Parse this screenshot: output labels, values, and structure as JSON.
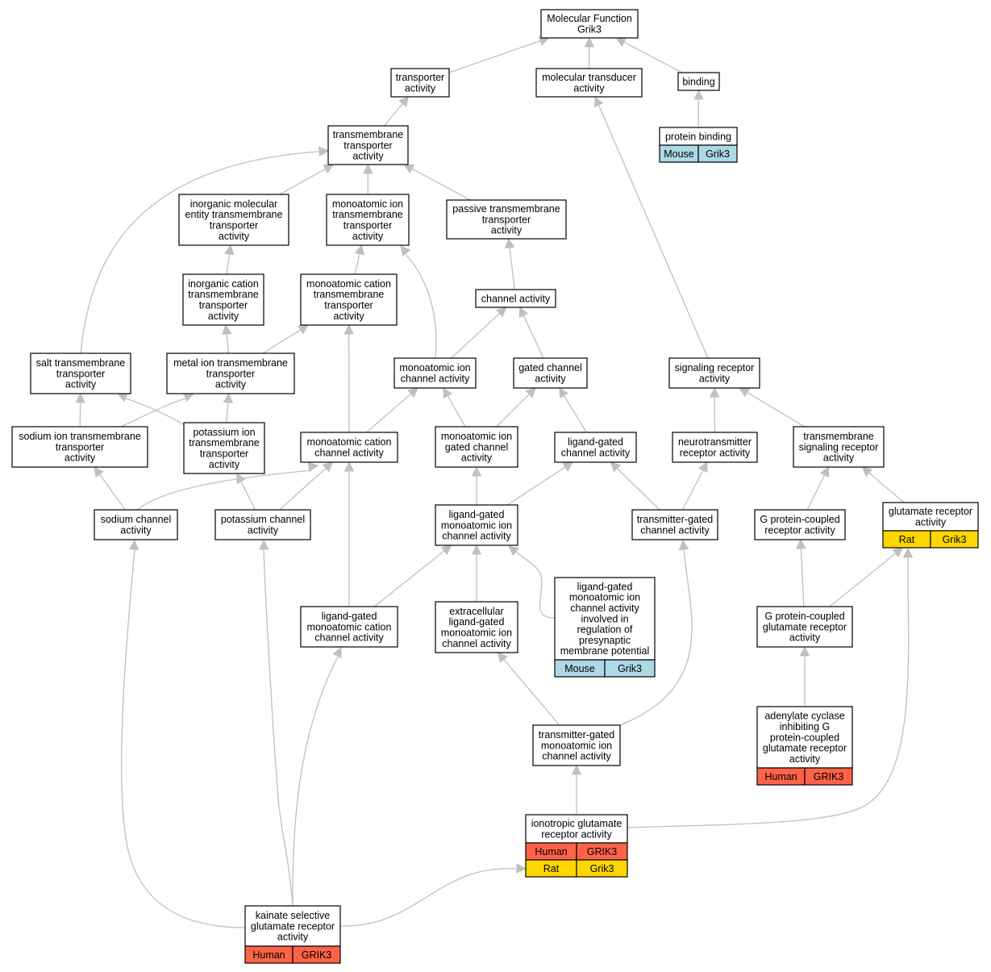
{
  "colors": {
    "Human": "#ff6347",
    "Rat": "#ffd700",
    "Mouse": "#add8e6",
    "edge": "#c0c0c0",
    "border": "#000000"
  },
  "nodes": [
    {
      "id": "mf",
      "lines": [
        "Molecular Function",
        "Grik3"
      ]
    },
    {
      "id": "transporter",
      "lines": [
        "transporter",
        "activity"
      ]
    },
    {
      "id": "molTransducer",
      "lines": [
        "molecular transducer",
        "activity"
      ]
    },
    {
      "id": "binding",
      "lines": [
        "binding"
      ]
    },
    {
      "id": "proteinBinding",
      "lines": [
        "protein binding"
      ],
      "annotations": [
        {
          "species": "Mouse",
          "gene": "Grik3"
        }
      ]
    },
    {
      "id": "tmTransporter",
      "lines": [
        "transmembrane",
        "transporter",
        "activity"
      ]
    },
    {
      "id": "inorgMol",
      "lines": [
        "inorganic molecular",
        "entity transmembrane",
        "transporter",
        "activity"
      ]
    },
    {
      "id": "monoIonTm",
      "lines": [
        "monoatomic ion",
        "transmembrane",
        "transporter",
        "activity"
      ]
    },
    {
      "id": "passiveTm",
      "lines": [
        "passive transmembrane",
        "transporter",
        "activity"
      ]
    },
    {
      "id": "inorgCation",
      "lines": [
        "inorganic cation",
        "transmembrane",
        "transporter",
        "activity"
      ]
    },
    {
      "id": "monoCationTm",
      "lines": [
        "monoatomic cation",
        "transmembrane",
        "transporter",
        "activity"
      ]
    },
    {
      "id": "channel",
      "lines": [
        "channel activity"
      ]
    },
    {
      "id": "saltTm",
      "lines": [
        "salt transmembrane",
        "transporter",
        "activity"
      ]
    },
    {
      "id": "metalIon",
      "lines": [
        "metal ion transmembrane",
        "transporter",
        "activity"
      ]
    },
    {
      "id": "monoIonChannel",
      "lines": [
        "monoatomic ion",
        "channel activity"
      ]
    },
    {
      "id": "gatedChannel",
      "lines": [
        "gated channel",
        "activity"
      ]
    },
    {
      "id": "signalingReceptor",
      "lines": [
        "signaling receptor",
        "activity"
      ]
    },
    {
      "id": "sodiumTm",
      "lines": [
        "sodium ion transmembrane",
        "transporter",
        "activity"
      ]
    },
    {
      "id": "potassiumTm",
      "lines": [
        "potassium ion",
        "transmembrane",
        "transporter",
        "activity"
      ]
    },
    {
      "id": "monoCationChannel",
      "lines": [
        "monoatomic cation",
        "channel activity"
      ]
    },
    {
      "id": "monoIonGated",
      "lines": [
        "monoatomic ion",
        "gated channel",
        "activity"
      ]
    },
    {
      "id": "ligandGatedChannel",
      "lines": [
        "ligand-gated",
        "channel activity"
      ]
    },
    {
      "id": "neurotransmitterReceptor",
      "lines": [
        "neurotransmitter",
        "receptor activity"
      ]
    },
    {
      "id": "tmSignalingReceptor",
      "lines": [
        "transmembrane",
        "signaling receptor",
        "activity"
      ]
    },
    {
      "id": "sodiumChannel",
      "lines": [
        "sodium channel",
        "activity"
      ]
    },
    {
      "id": "potassiumChannel",
      "lines": [
        "potassium channel",
        "activity"
      ]
    },
    {
      "id": "lgMonoIonChannel",
      "lines": [
        "ligand-gated",
        "monoatomic ion",
        "channel activity"
      ]
    },
    {
      "id": "transmitterGatedChannel",
      "lines": [
        "transmitter-gated",
        "channel activity"
      ]
    },
    {
      "id": "gpcr",
      "lines": [
        "G protein-coupled",
        "receptor activity"
      ]
    },
    {
      "id": "glutamateReceptor",
      "lines": [
        "glutamate receptor",
        "activity"
      ],
      "annotations": [
        {
          "species": "Rat",
          "gene": "Grik3"
        }
      ]
    },
    {
      "id": "lgMonoCationChannel",
      "lines": [
        "ligand-gated",
        "monoatomic cation",
        "channel activity"
      ]
    },
    {
      "id": "extracellularLg",
      "lines": [
        "extracellular",
        "ligand-gated",
        "monoatomic ion",
        "channel activity"
      ]
    },
    {
      "id": "lgPresynaptic",
      "lines": [
        "ligand-gated",
        "monoatomic ion",
        "channel activity",
        "involved in",
        "regulation of",
        "presynaptic",
        "membrane potential"
      ],
      "annotations": [
        {
          "species": "Mouse",
          "gene": "Grik3"
        }
      ]
    },
    {
      "id": "gpcGlutamate",
      "lines": [
        "G protein-coupled",
        "glutamate receptor",
        "activity"
      ]
    },
    {
      "id": "transmitterGatedMonoIon",
      "lines": [
        "transmitter-gated",
        "monoatomic ion",
        "channel activity"
      ]
    },
    {
      "id": "adenylateCyclase",
      "lines": [
        "adenylate cyclase",
        "inhibiting G",
        "protein-coupled",
        "glutamate receptor",
        "activity"
      ],
      "annotations": [
        {
          "species": "Human",
          "gene": "GRIK3"
        }
      ]
    },
    {
      "id": "ionotropic",
      "lines": [
        "ionotropic glutamate",
        "receptor activity"
      ],
      "annotations": [
        {
          "species": "Human",
          "gene": "GRIK3"
        },
        {
          "species": "Rat",
          "gene": "Grik3"
        }
      ]
    },
    {
      "id": "kainate",
      "lines": [
        "kainate selective",
        "glutamate receptor",
        "activity"
      ],
      "annotations": [
        {
          "species": "Human",
          "gene": "GRIK3"
        }
      ]
    }
  ],
  "edges": [
    {
      "from": "transporter",
      "to": "mf"
    },
    {
      "from": "molTransducer",
      "to": "mf"
    },
    {
      "from": "binding",
      "to": "mf"
    },
    {
      "from": "proteinBinding",
      "to": "binding"
    },
    {
      "from": "tmTransporter",
      "to": "transporter"
    },
    {
      "from": "inorgMol",
      "to": "tmTransporter"
    },
    {
      "from": "monoIonTm",
      "to": "tmTransporter"
    },
    {
      "from": "passiveTm",
      "to": "tmTransporter"
    },
    {
      "from": "saltTm",
      "to": "tmTransporter"
    },
    {
      "from": "inorgCation",
      "to": "inorgMol"
    },
    {
      "from": "monoCationTm",
      "to": "monoIonTm"
    },
    {
      "from": "monoIonChannel",
      "to": "monoIonTm"
    },
    {
      "from": "channel",
      "to": "passiveTm"
    },
    {
      "from": "metalIon",
      "to": "inorgCation"
    },
    {
      "from": "metalIon",
      "to": "monoCationTm"
    },
    {
      "from": "monoCationChannel",
      "to": "monoCationTm"
    },
    {
      "from": "monoIonChannel",
      "to": "channel"
    },
    {
      "from": "gatedChannel",
      "to": "channel"
    },
    {
      "from": "signalingReceptor",
      "to": "molTransducer"
    },
    {
      "from": "sodiumTm",
      "to": "saltTm"
    },
    {
      "from": "potassiumTm",
      "to": "saltTm"
    },
    {
      "from": "sodiumTm",
      "to": "metalIon"
    },
    {
      "from": "potassiumTm",
      "to": "metalIon"
    },
    {
      "from": "monoCationChannel",
      "to": "monoIonChannel"
    },
    {
      "from": "monoIonGated",
      "to": "monoIonChannel"
    },
    {
      "from": "monoIonGated",
      "to": "gatedChannel"
    },
    {
      "from": "ligandGatedChannel",
      "to": "gatedChannel"
    },
    {
      "from": "neurotransmitterReceptor",
      "to": "signalingReceptor"
    },
    {
      "from": "tmSignalingReceptor",
      "to": "signalingReceptor"
    },
    {
      "from": "sodiumChannel",
      "to": "sodiumTm"
    },
    {
      "from": "potassiumChannel",
      "to": "potassiumTm"
    },
    {
      "from": "sodiumChannel",
      "to": "monoCationChannel"
    },
    {
      "from": "potassiumChannel",
      "to": "monoCationChannel"
    },
    {
      "from": "lgMonoCationChannel",
      "to": "monoCationChannel"
    },
    {
      "from": "lgMonoIonChannel",
      "to": "monoIonGated"
    },
    {
      "from": "lgMonoIonChannel",
      "to": "ligandGatedChannel"
    },
    {
      "from": "transmitterGatedChannel",
      "to": "ligandGatedChannel"
    },
    {
      "from": "transmitterGatedChannel",
      "to": "neurotransmitterReceptor"
    },
    {
      "from": "gpcr",
      "to": "tmSignalingReceptor"
    },
    {
      "from": "glutamateReceptor",
      "to": "tmSignalingReceptor"
    },
    {
      "from": "lgMonoCationChannel",
      "to": "lgMonoIonChannel"
    },
    {
      "from": "extracellularLg",
      "to": "lgMonoIonChannel"
    },
    {
      "from": "lgPresynaptic",
      "to": "lgMonoIonChannel"
    },
    {
      "from": "gpcGlutamate",
      "to": "gpcr"
    },
    {
      "from": "gpcGlutamate",
      "to": "glutamateReceptor"
    },
    {
      "from": "transmitterGatedMonoIon",
      "to": "extracellularLg"
    },
    {
      "from": "transmitterGatedMonoIon",
      "to": "transmitterGatedChannel"
    },
    {
      "from": "adenylateCyclase",
      "to": "gpcGlutamate"
    },
    {
      "from": "ionotropic",
      "to": "transmitterGatedMonoIon"
    },
    {
      "from": "ionotropic",
      "to": "glutamateReceptor"
    },
    {
      "from": "kainate",
      "to": "sodiumChannel"
    },
    {
      "from": "kainate",
      "to": "potassiumChannel"
    },
    {
      "from": "kainate",
      "to": "lgMonoCationChannel"
    },
    {
      "from": "kainate",
      "to": "ionotropic"
    }
  ]
}
